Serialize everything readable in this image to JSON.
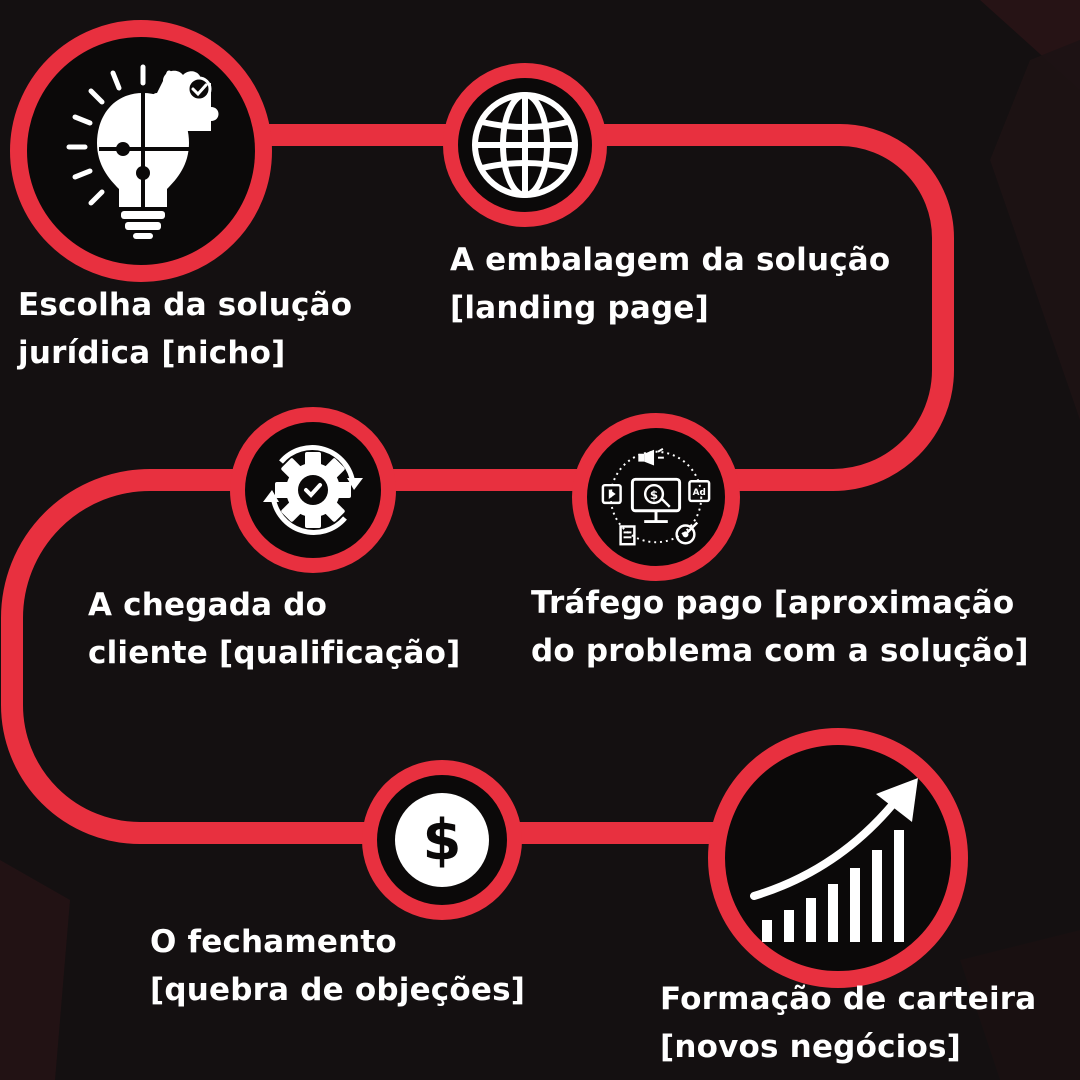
{
  "colors": {
    "background": "#141011",
    "accent": "#e8303f",
    "node_fill": "#0b0909",
    "text": "#ffffff"
  },
  "steps": [
    {
      "icon": "lightbulb-puzzle-icon",
      "line1": "Escolha da solução",
      "line2": "jurídica [nicho]"
    },
    {
      "icon": "globe-icon",
      "line1": "A embalagem da solução",
      "line2": "[landing page]"
    },
    {
      "icon": "digital-marketing-icon",
      "line1": "Tráfego pago [aproximação",
      "line2": "do problema com a solução]"
    },
    {
      "icon": "gear-check-icon",
      "line1": "A chegada do",
      "line2": "cliente [qualificação]"
    },
    {
      "icon": "dollar-icon",
      "line1": "O fechamento",
      "line2": "[quebra de objeções]"
    },
    {
      "icon": "growth-chart-icon",
      "line1": "Formação de carteira",
      "line2": "[novos negócios]"
    }
  ]
}
